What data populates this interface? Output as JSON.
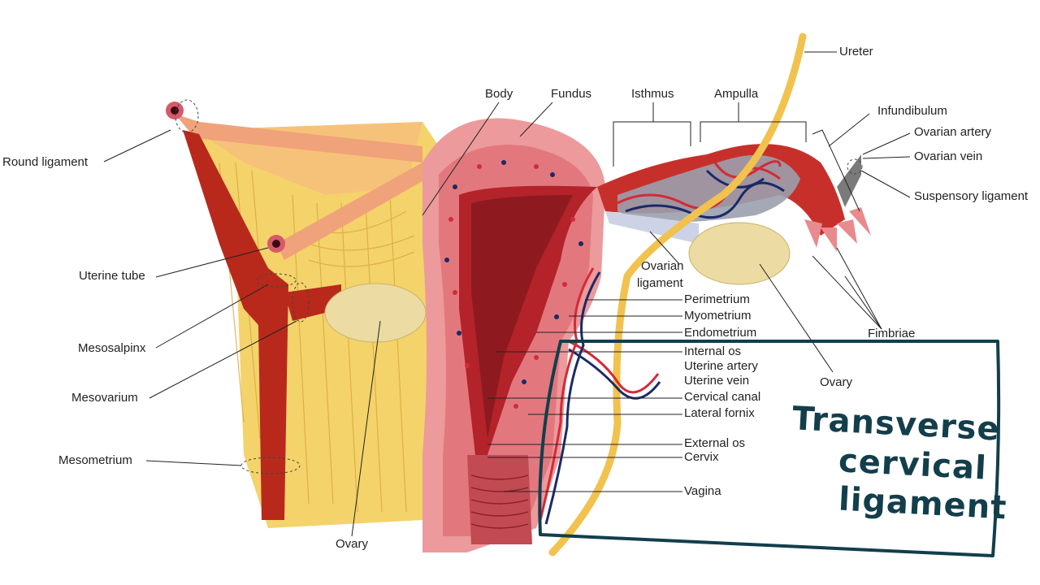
{
  "diagram": {
    "colors": {
      "ligament_yellow": "#f4d36a",
      "muscle_red": "#b8291c",
      "uterus_pink": "#ec9a9c",
      "artery": "#d42a37",
      "vein": "#1b2a66",
      "ureter": "#f2c24f",
      "ovary": "#ecdba2",
      "annotation_ink": "#133e4c"
    },
    "labels": {
      "round_ligament": "Round ligament",
      "uterine_tube": "Uterine tube",
      "mesosalpinx": "Mesosalpinx",
      "mesovarium": "Mesovarium",
      "mesometrium": "Mesometrium",
      "ovary_left": "Ovary",
      "body": "Body",
      "fundus": "Fundus",
      "isthmus": "Isthmus",
      "ampulla": "Ampulla",
      "ureter": "Ureter",
      "infundibulum": "Infundibulum",
      "ovarian_artery": "Ovarian artery",
      "ovarian_vein": "Ovarian vein",
      "suspensory_ligament": "Suspensory ligament",
      "ovarian_ligament_1": "Ovarian",
      "ovarian_ligament_2": "ligament",
      "perimetrium": "Perimetrium",
      "myometrium": "Myometrium",
      "endometrium": "Endometrium",
      "internal_os": "Internal os",
      "uterine_artery": "Uterine artery",
      "uterine_vein": "Uterine vein",
      "cervical_canal": "Cervical canal",
      "lateral_fornix": "Lateral fornix",
      "external_os": "External os",
      "cervix": "Cervix",
      "vagina": "Vagina",
      "fimbriae": "Fimbriae",
      "ovary_right": "Ovary"
    },
    "annotation": {
      "line1": "Transverse",
      "line2": "cervical",
      "line3": "ligament"
    }
  }
}
